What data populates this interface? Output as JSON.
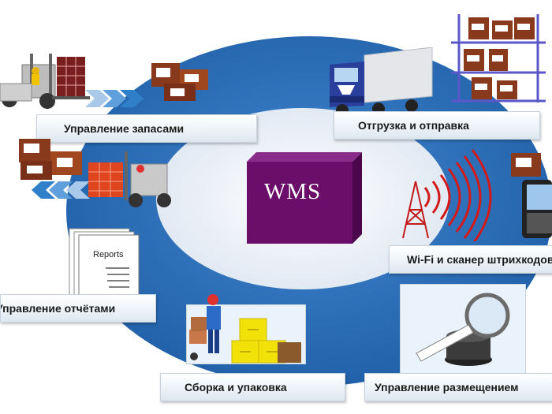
{
  "center": {
    "title": "WMS"
  },
  "labels": {
    "inventory": "Управление запасами",
    "shipping": "Отгрузка и отправка",
    "scanner": "Wi-Fi и сканер штрихкодов",
    "reports": "Управление отчётами",
    "picking": "Сборка и упаковка",
    "putaway": "Управление размещением"
  },
  "reports_doc": {
    "title": "Reports"
  },
  "colors": {
    "ring": "#2d6fb4",
    "center_fill": "#e9eef6",
    "wms_box": "#6a0e6a",
    "accent_arrow": "#2f7fc9",
    "box": "#8a3a1c"
  }
}
